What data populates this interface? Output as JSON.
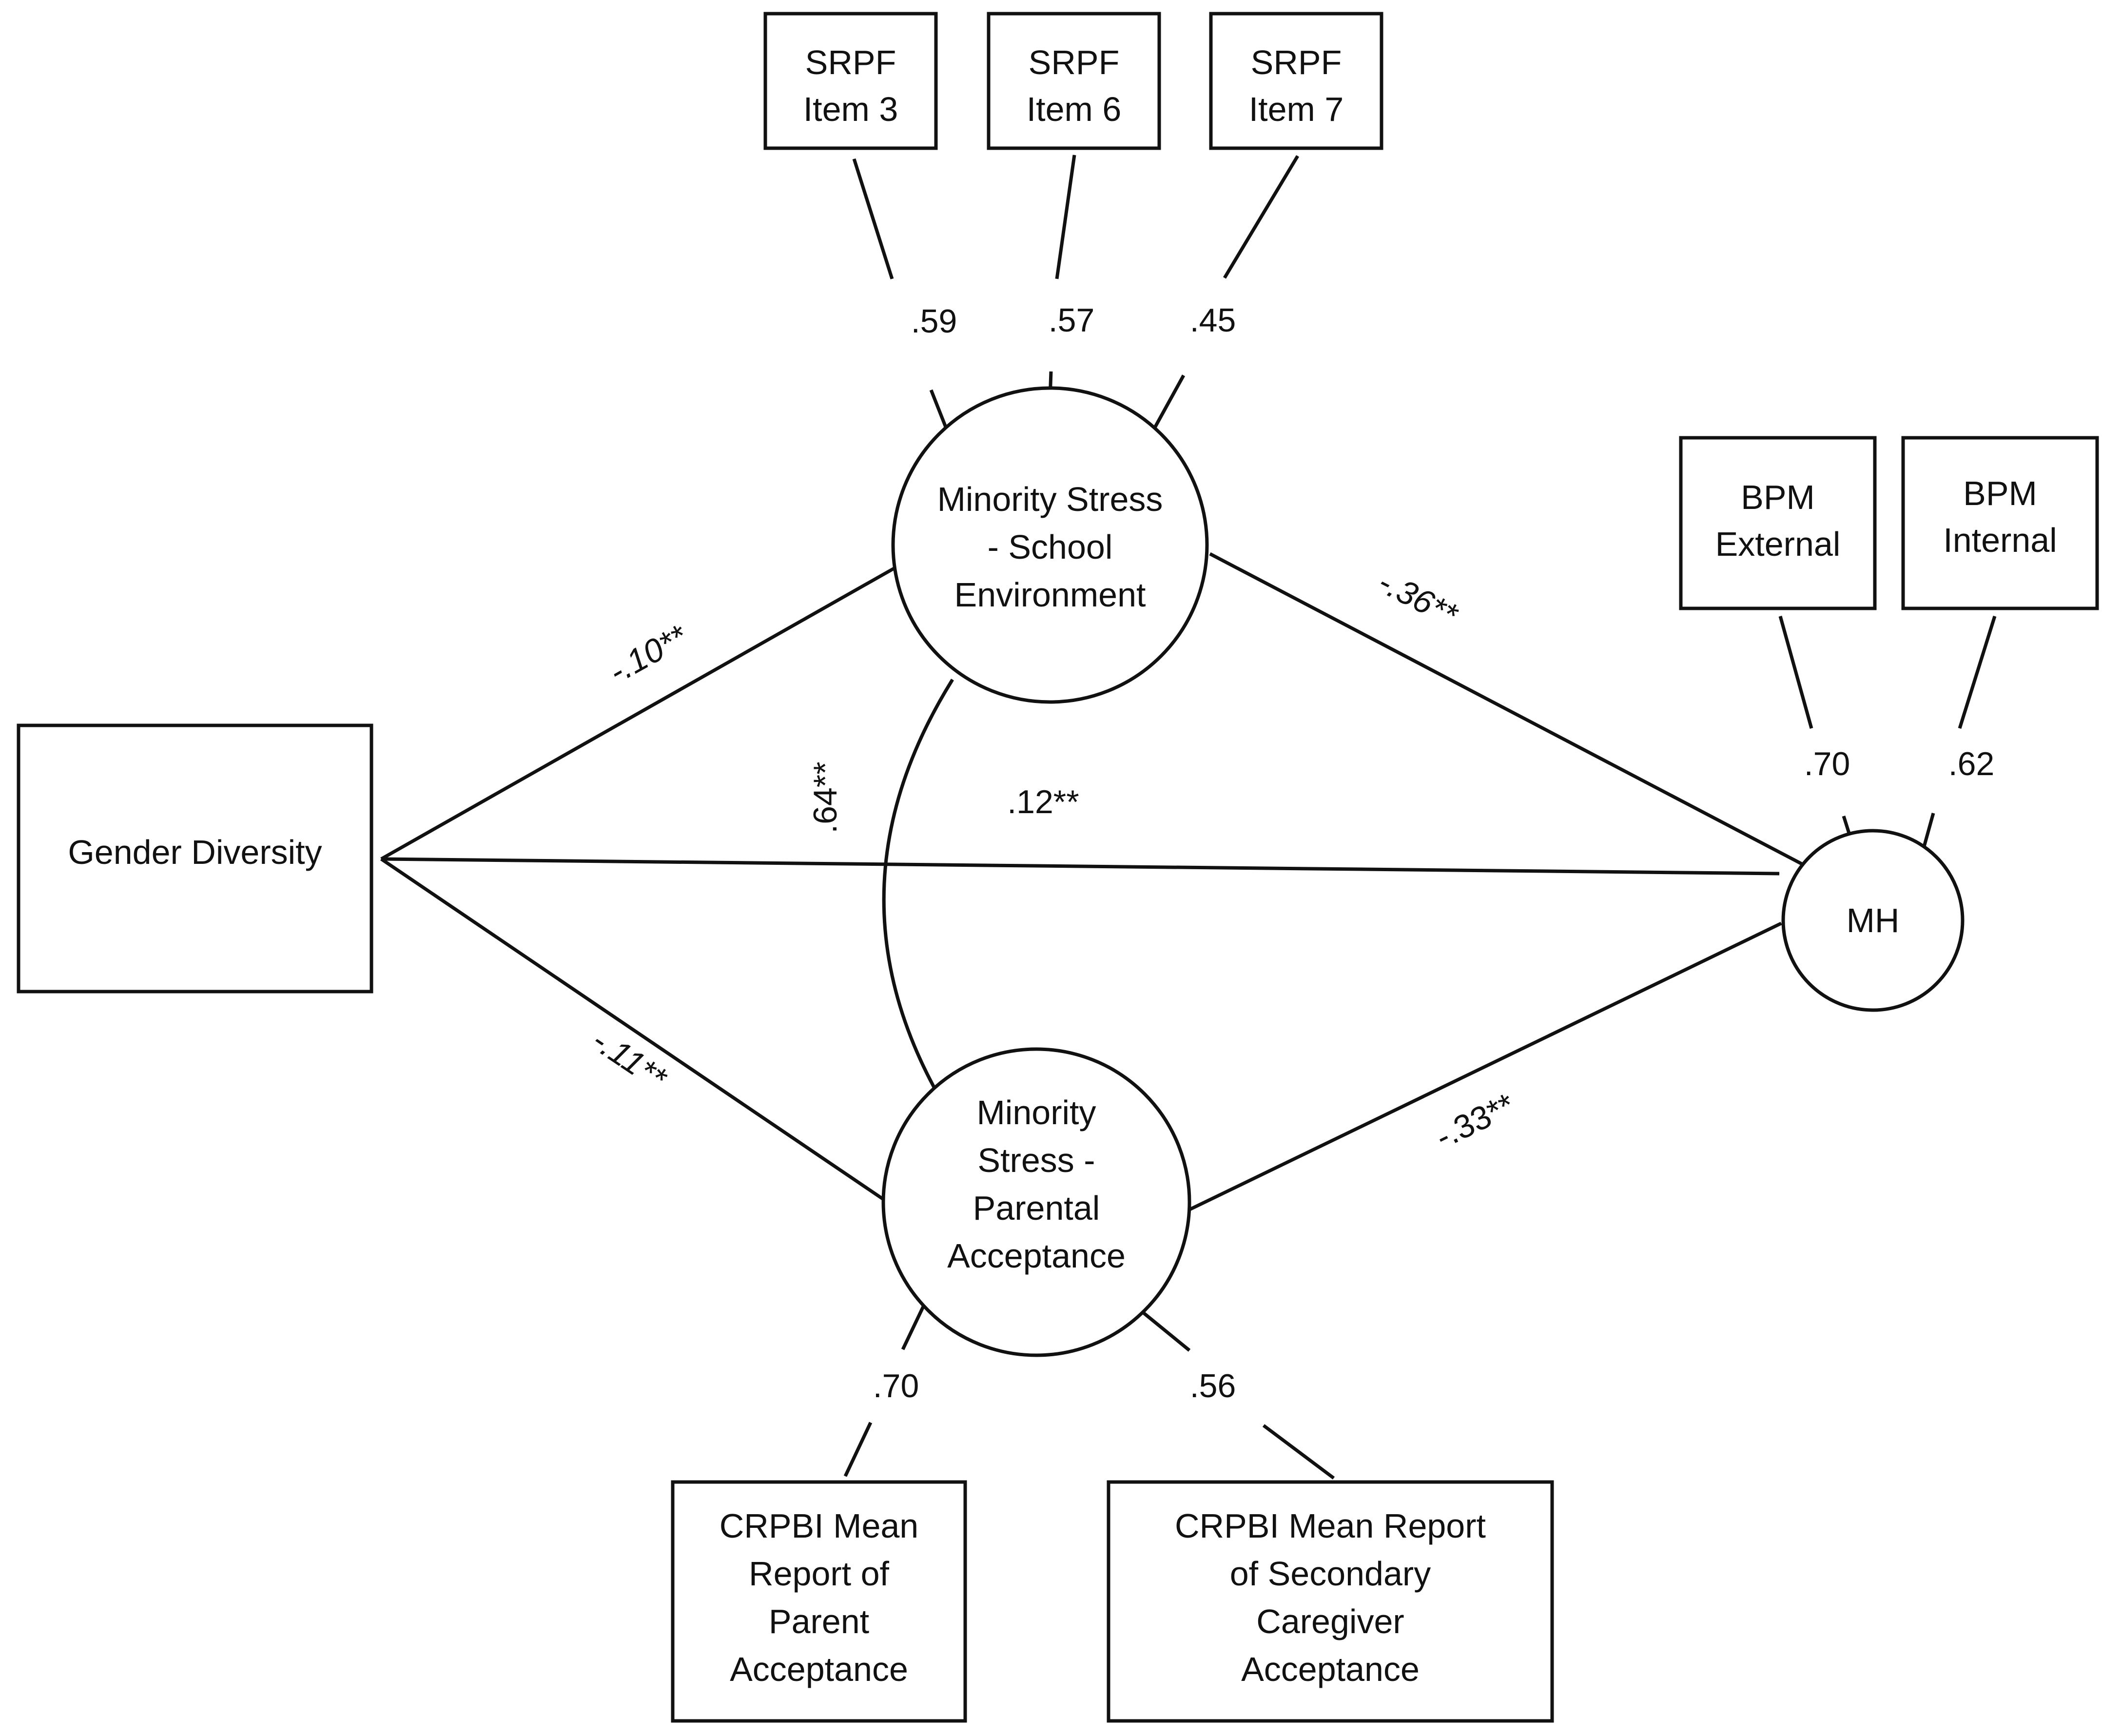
{
  "nodes": {
    "gender_diversity": {
      "lines": [
        "Gender Diversity"
      ]
    },
    "school": {
      "lines": [
        "Minority Stress",
        "- School",
        "Environment"
      ]
    },
    "parental": {
      "lines": [
        "Minority",
        "Stress -",
        "Parental",
        "Acceptance"
      ]
    },
    "mh": {
      "lines": [
        "MH"
      ]
    },
    "srpf3": {
      "lines": [
        "SRPF",
        "Item 3"
      ]
    },
    "srpf6": {
      "lines": [
        "SRPF",
        "Item 6"
      ]
    },
    "srpf7": {
      "lines": [
        "SRPF",
        "Item 7"
      ]
    },
    "bpm_ext": {
      "lines": [
        "BPM",
        "External"
      ]
    },
    "bpm_int": {
      "lines": [
        "BPM",
        "Internal"
      ]
    },
    "crpbi_parent": {
      "lines": [
        "CRPBI Mean",
        "Report of",
        "Parent",
        "Acceptance"
      ]
    },
    "crpbi_secondary": {
      "lines": [
        "CRPBI Mean Report",
        "of Secondary",
        "Caregiver",
        "Acceptance"
      ]
    }
  },
  "coefficients": {
    "srpf3": ".59",
    "srpf6": ".57",
    "srpf7": ".45",
    "bpm_ext": ".70",
    "bpm_int": ".62",
    "crpbi_parent": ".70",
    "crpbi_secondary": ".56",
    "gd_to_school": "-.10**",
    "gd_to_parental": "-.11**",
    "gd_to_mh": ".12**",
    "school_to_mh": "-.36**",
    "parental_to_mh": "-.33**",
    "school_parental_cov": ".64**"
  }
}
